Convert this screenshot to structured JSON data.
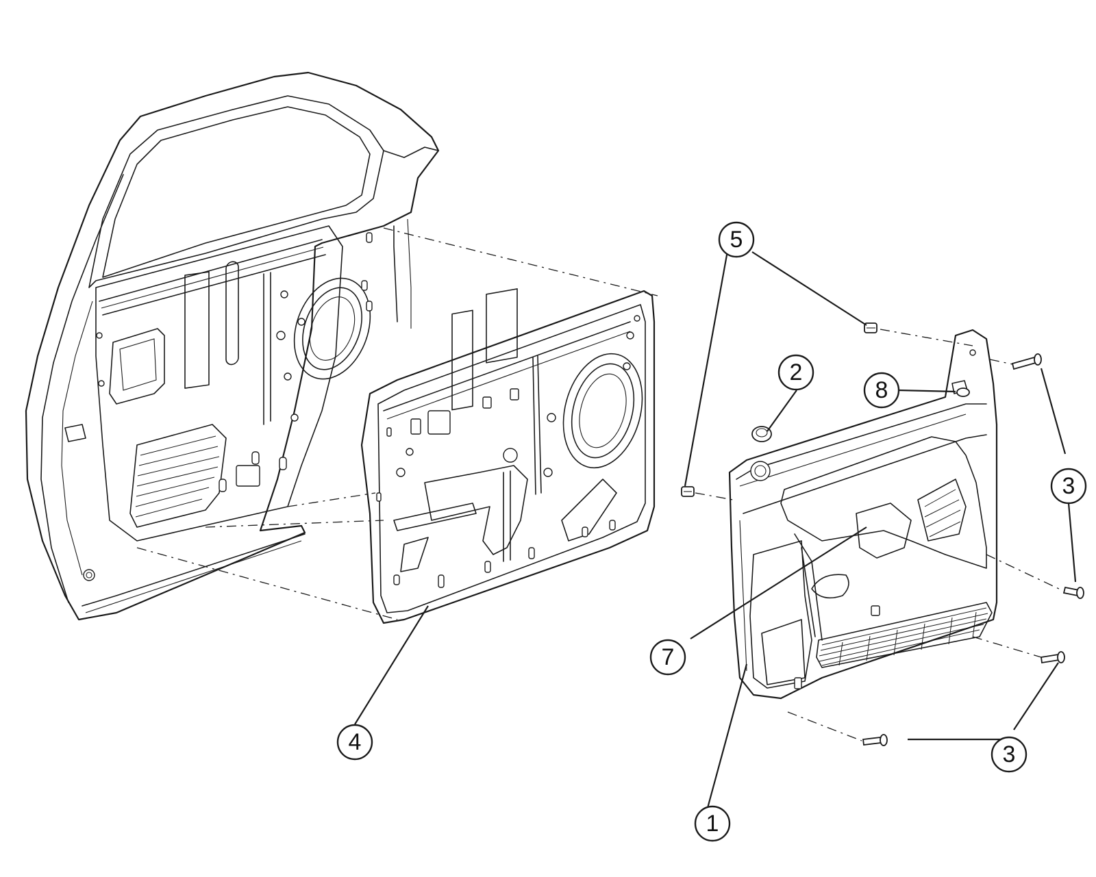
{
  "callouts": [
    {
      "id": "c1",
      "label": "1"
    },
    {
      "id": "c2",
      "label": "2"
    },
    {
      "id": "c3a",
      "label": "3"
    },
    {
      "id": "c3b",
      "label": "3"
    },
    {
      "id": "c4",
      "label": "4"
    },
    {
      "id": "c5",
      "label": "5"
    },
    {
      "id": "c7",
      "label": "7"
    },
    {
      "id": "c8",
      "label": "8"
    }
  ]
}
